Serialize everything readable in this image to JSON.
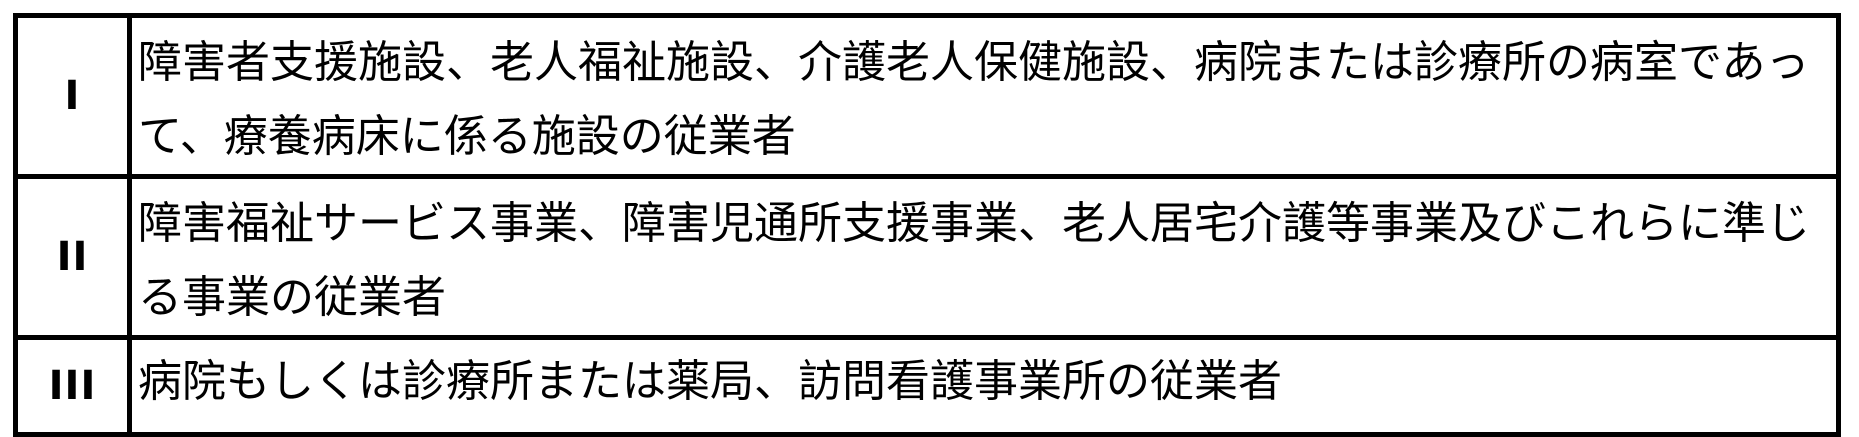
{
  "document": {
    "type": "table",
    "background_color": "#ffffff",
    "border_color": "#000000",
    "text_color": "#000000",
    "rows": [
      {
        "numeral": "I",
        "lines": [
          "障害者支援施設、老人福祉施設、介護老人保健施設、病院または診療所の病室で",
          "あって、療養病床に係る施設の従業者"
        ],
        "text": "障害者支援施設、老人福祉施設、介護老人保健施設、病院または診療所の病室であって、療養病床に係る施設の従業者"
      },
      {
        "numeral": "II",
        "lines": [
          "障害福祉サービス事業、障害児通所支援事業、老人居宅介護等事業及びこれらに",
          "準じる事業の従業者"
        ],
        "text": "障害福祉サービス事業、障害児通所支援事業、老人居宅介護等事業及びこれらに準じる事業の従業者"
      },
      {
        "numeral": "III",
        "lines": [
          "病院もしくは診療所または薬局、訪問看護事業所の従業者"
        ],
        "text": "病院もしくは診療所または薬局、訪問看護事業所の従業者"
      }
    ]
  }
}
